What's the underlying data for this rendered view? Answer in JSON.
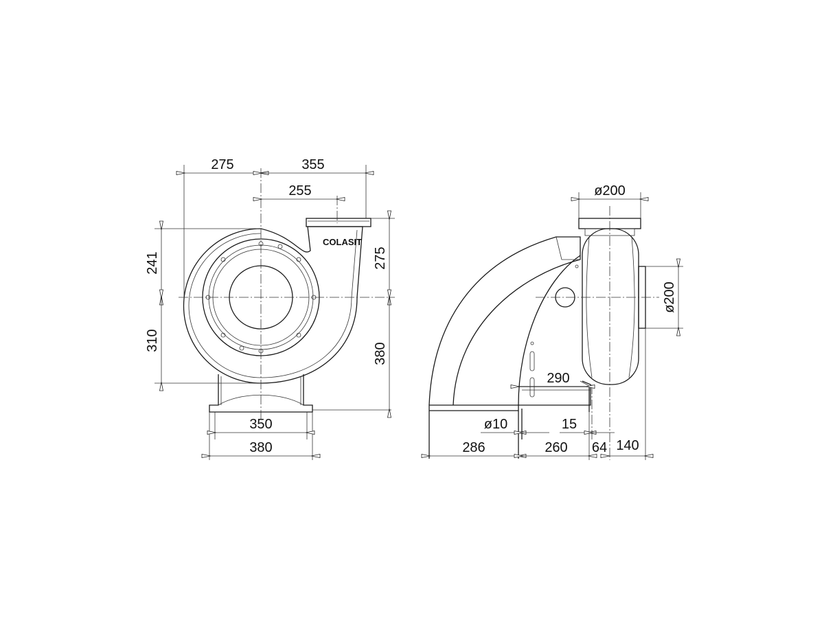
{
  "front_view": {
    "logo_text": "COLASIT",
    "dimensions": {
      "top_left_width": "275",
      "top_right_width": "355",
      "outlet_offset": "255",
      "upper_left_height": "241",
      "lower_left_height": "310",
      "outlet_height": "275",
      "base_height": "380",
      "inner_base_width": "350",
      "outer_base_width": "380"
    }
  },
  "side_view": {
    "dimensions": {
      "outlet_diameter": "ø200",
      "inlet_diameter": "ø200",
      "slot_length": "290",
      "hole_diameter": "ø10",
      "offset": "15",
      "base_front": "286",
      "base_mid": "260",
      "base_gap": "64",
      "base_rear": "140"
    }
  }
}
